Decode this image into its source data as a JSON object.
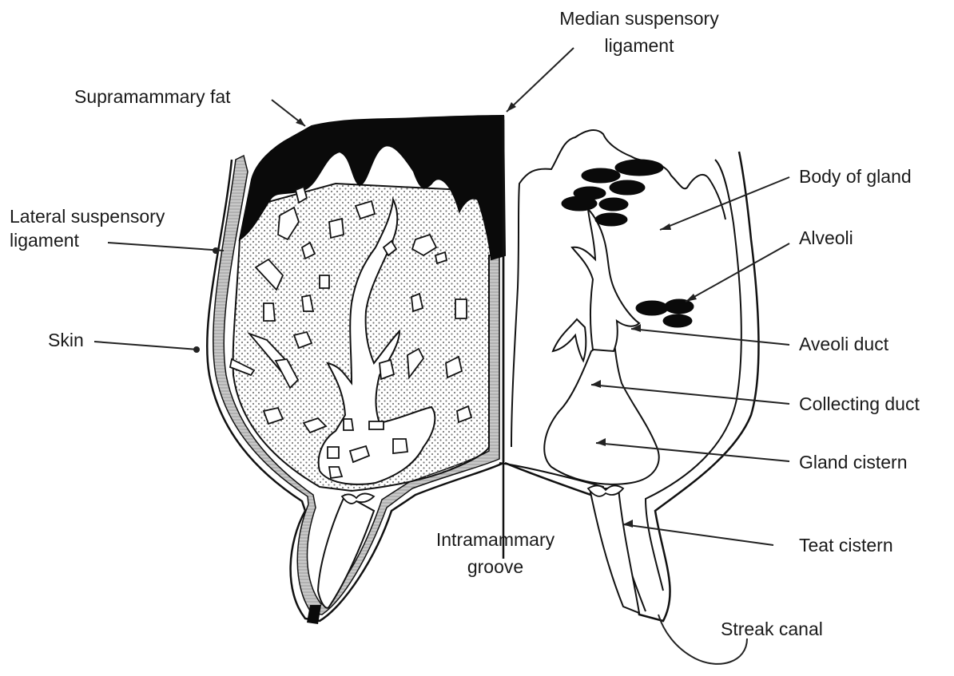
{
  "labels": {
    "median_suspensory_line1": "Median suspensory",
    "median_suspensory_line2": "ligament",
    "supramammary_fat": "Supramammary fat",
    "lateral_suspensory_line1": "Lateral suspensory",
    "lateral_suspensory_line2": "ligament",
    "skin": "Skin",
    "intramammary_line1": "Intramammary",
    "intramammary_line2": "groove",
    "body_of_gland": "Body of gland",
    "alveoli": "Alveoli",
    "aveoli_duct": "Aveoli duct",
    "collecting_duct": "Collecting duct",
    "gland_cistern": "Gland cistern",
    "teat_cistern": "Teat cistern",
    "streak_canal": "Streak canal"
  },
  "colors": {
    "ink": "#111111",
    "fat": "#0a0a0a",
    "skin_band": "#b8b8b8",
    "stipple": "#8a8a8a"
  }
}
